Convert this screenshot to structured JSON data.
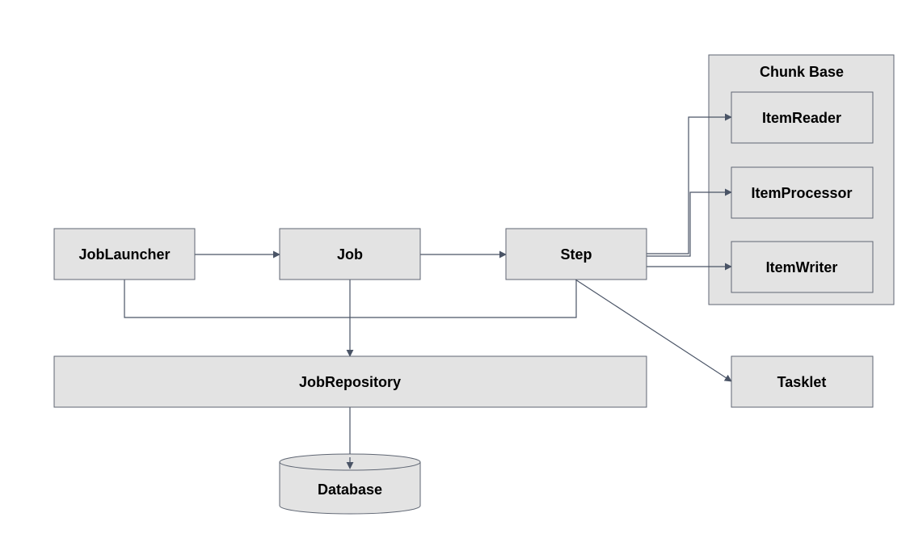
{
  "colors": {
    "box_fill": "#e3e3e3",
    "box_stroke": "#5f6673",
    "edge": "#4a5466",
    "text": "#000000"
  },
  "nodes": {
    "job_launcher": "JobLauncher",
    "job": "Job",
    "step": "Step",
    "job_repository": "JobRepository",
    "database": "Database",
    "tasklet": "Tasklet",
    "item_reader": "ItemReader",
    "item_processor": "ItemProcessor",
    "item_writer": "ItemWriter"
  },
  "groups": {
    "chunk_base": "Chunk Base"
  },
  "edges": [
    {
      "from": "JobLauncher",
      "to": "Job"
    },
    {
      "from": "Job",
      "to": "Step"
    },
    {
      "from": "Step",
      "to": "ItemReader"
    },
    {
      "from": "Step",
      "to": "ItemProcessor"
    },
    {
      "from": "Step",
      "to": "ItemWriter"
    },
    {
      "from": "Step",
      "to": "Tasklet"
    },
    {
      "from": "JobLauncher",
      "to": "JobRepository"
    },
    {
      "from": "Job",
      "to": "JobRepository"
    },
    {
      "from": "Step",
      "to": "JobRepository"
    },
    {
      "from": "JobRepository",
      "to": "Database"
    }
  ]
}
